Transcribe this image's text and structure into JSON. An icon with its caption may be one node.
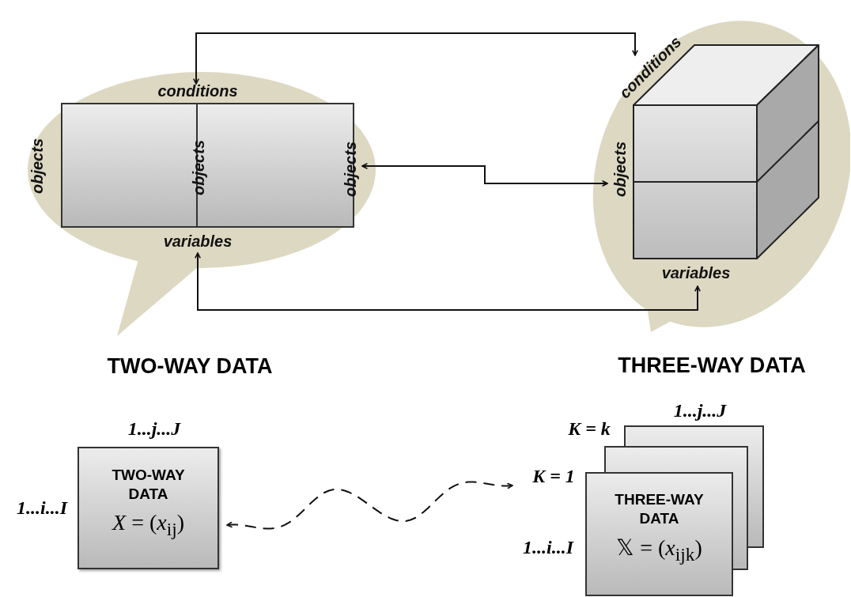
{
  "diagram": {
    "nodes": [
      {
        "text": [
          "TWO-WAY DATA"
        ]
      },
      {
        "text": [
          "conditions"
        ],
        "in": 0
      },
      {
        "text": [
          "objects"
        ],
        "in": 0
      },
      {
        "text": [],
        "shape": "box",
        "in": 0
      },
      {
        "text": [
          "objects"
        ],
        "in": 3
      },
      {
        "text": [
          "objects"
        ],
        "in": 0
      },
      {
        "text": [
          "variables"
        ],
        "in": 0
      },
      {
        "text": [
          "THREE-WAY DATA"
        ]
      },
      {
        "text": [
          "conditions"
        ],
        "in": 7
      },
      {
        "text": [
          "objects"
        ],
        "in": 7
      },
      {
        "text": [],
        "shape": "box",
        "in": 7
      },
      {
        "text": [
          "variables"
        ],
        "in": 7
      },
      {
        "text": [
          "TWO-WAY DATA",
          "*X* = (*x*$_{ij}$)"
        ],
        "beside": [
          "1...j...J",
          "1...i...I"
        ]
      },
      {
        "text": [
          "THREE-WAY DATA",
          "𝕏 = (*x*$_{ijk}$)"
        ],
        "beside": [
          "1...j...J",
          "K = k",
          "K = 1",
          "1...i...I"
        ]
      }
    ],
    "edges": [
      {
        "from": 1,
        "to": 8,
        "arrow": "both"
      },
      {
        "from": 5,
        "to": 9,
        "arrow": "both"
      },
      {
        "from": 6,
        "to": 11,
        "arrow": "both"
      },
      {
        "from": 12,
        "to": 13,
        "arrow": "both",
        "style": "dashed"
      }
    ]
  }
}
